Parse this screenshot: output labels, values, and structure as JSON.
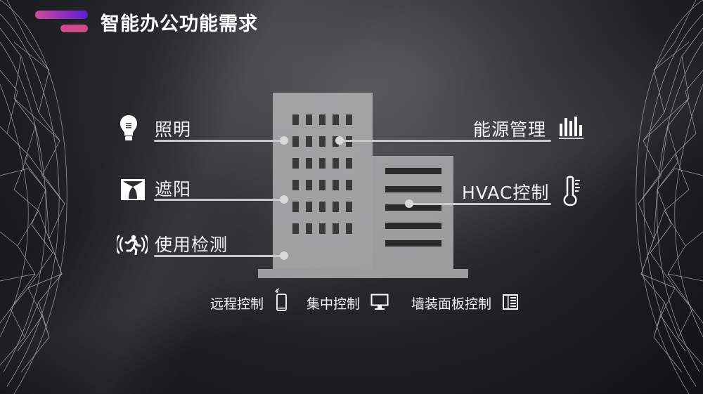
{
  "header": {
    "title": "智能办公功能需求",
    "accent_gradient_start": "#d04c98",
    "accent_gradient_end": "#5a1fd6",
    "accent_secondary": "#cf4a8d"
  },
  "features_left": [
    {
      "label": "照明",
      "icon": "lightbulb-icon"
    },
    {
      "label": "遮阳",
      "icon": "curtain-icon"
    },
    {
      "label": "使用检测",
      "icon": "motion-sensor-icon"
    }
  ],
  "features_right": [
    {
      "label": "能源管理",
      "icon": "bar-chart-icon"
    },
    {
      "label": "HVAC控制",
      "icon": "thermometer-icon"
    }
  ],
  "control_methods": [
    {
      "label": "远程控制",
      "icon": "mobile-phone-icon"
    },
    {
      "label": "集中控制",
      "icon": "desktop-monitor-icon"
    },
    {
      "label": "墙装面板控制",
      "icon": "wall-panel-icon"
    }
  ],
  "colors": {
    "building": "#a9a9aa",
    "window": "#3a3a3b",
    "leader_line": "#c9c9c9",
    "text": "#f2f2f2"
  }
}
